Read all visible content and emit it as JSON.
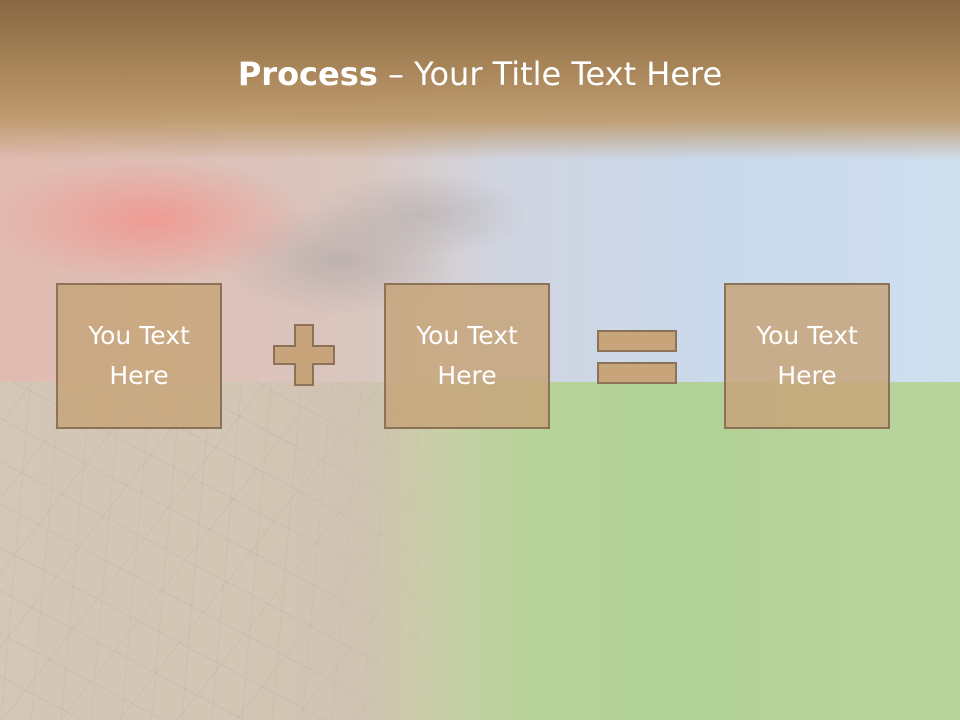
{
  "title": {
    "bold": "Process",
    "rest": " – Your Title Text Here"
  },
  "boxes": [
    {
      "text": "You Text\nHere"
    },
    {
      "text": "You Text\nHere"
    },
    {
      "text": "You Text\nHere"
    }
  ],
  "operators": {
    "plus_icon": "plus-icon",
    "equals_icon": "equals-icon"
  },
  "colors": {
    "title_band": "#876843",
    "box_fill": "#c7a47a",
    "box_border": "#8c7357",
    "text": "#ffffff"
  }
}
